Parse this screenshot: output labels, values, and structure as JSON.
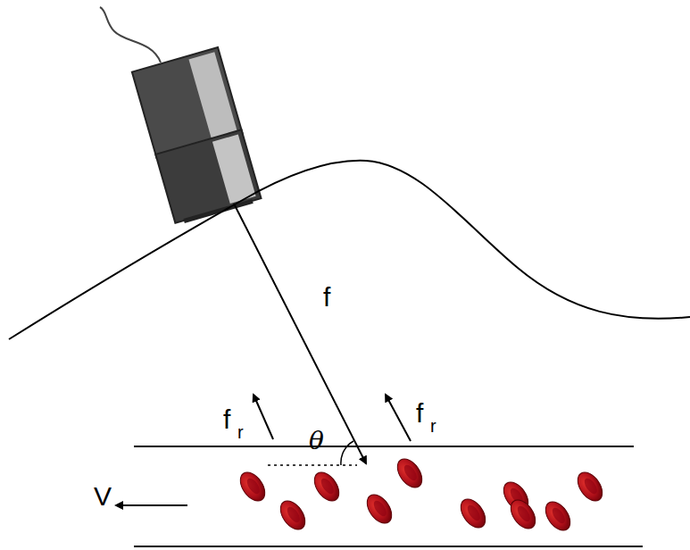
{
  "diagram": {
    "labels": [
      "f",
      "f",
      "r",
      "f",
      "r",
      "θ",
      "V"
    ]
  }
}
